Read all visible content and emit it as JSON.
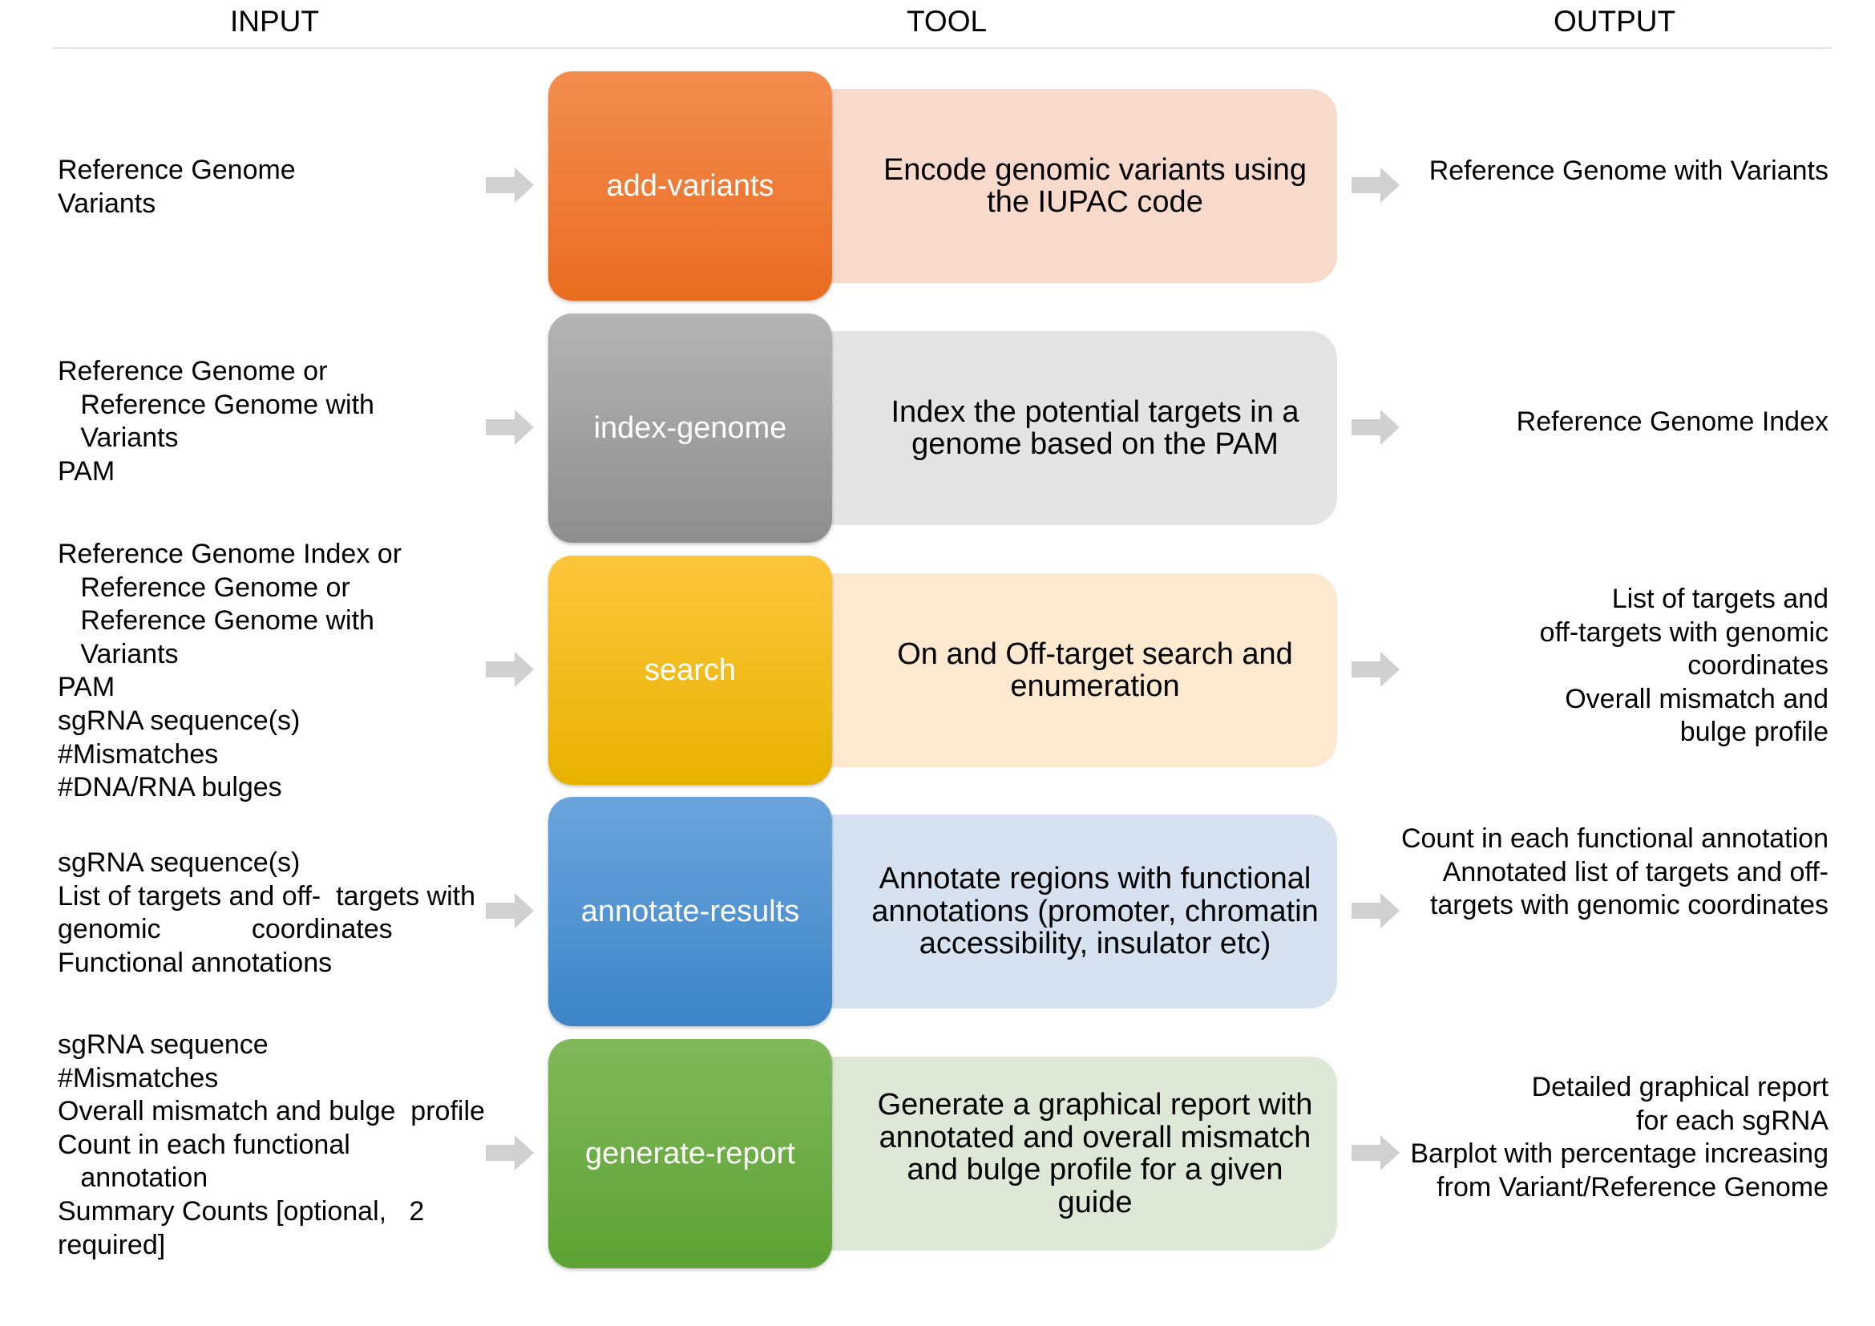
{
  "headers": {
    "input": "INPUT",
    "tool": "TOOL",
    "output": "OUTPUT"
  },
  "colors": {
    "add_variants": "#ea6c20",
    "index_genome": "#8e8e8e",
    "search": "#fdc63d",
    "annotate_results": "#3c85c6",
    "generate_report": "#5da234",
    "desc_orange": "#f8dacd",
    "desc_gray": "#e4e4e4",
    "desc_yellow": "#fde8d0",
    "desc_blue": "#d6e2f0",
    "desc_green": "#dde8d6",
    "arrow": "#d0d0d0"
  },
  "icons": {
    "flow_arrow": "right-arrow-icon"
  },
  "rows": [
    {
      "input": "Reference Genome\nVariants",
      "tool": "add-variants",
      "description": "Encode genomic variants using\nthe IUPAC code",
      "output": "Reference Genome with Variants"
    },
    {
      "input": "Reference Genome or\n   Reference Genome with\n   Variants\nPAM",
      "tool": "index-genome",
      "description": "Index the potential targets in a\ngenome based on the PAM",
      "output": "Reference Genome Index"
    },
    {
      "input": "Reference Genome Index or\n   Reference Genome or\n   Reference Genome with\n   Variants\nPAM\nsgRNA sequence(s)\n#Mismatches\n#DNA/RNA bulges",
      "tool": "search",
      "description": "On and Off-target search and\nenumeration",
      "output": "List of targets and\noff-targets with genomic\ncoordinates\nOverall mismatch and\nbulge profile"
    },
    {
      "input": "sgRNA sequence(s)\nList of targets and off-  targets with\ngenomic            coordinates\nFunctional annotations",
      "tool": "annotate-results",
      "description": "Annotate regions with functional\nannotations (promoter, chromatin\naccessibility, insulator etc)",
      "output": "Count in each functional annotation\nAnnotated list of targets and off-\ntargets with genomic coordinates"
    },
    {
      "input": "sgRNA sequence\n#Mismatches\nOverall mismatch and bulge  profile\nCount in each functional\n   annotation\nSummary Counts [optional,   2\nrequired]",
      "tool": "generate-report",
      "description": "Generate a graphical report with\nannotated and overall mismatch\nand bulge profile for a given\nguide",
      "output": "Detailed graphical report\nfor each sgRNA\nBarplot with percentage increasing\nfrom Variant/Reference Genome"
    }
  ]
}
